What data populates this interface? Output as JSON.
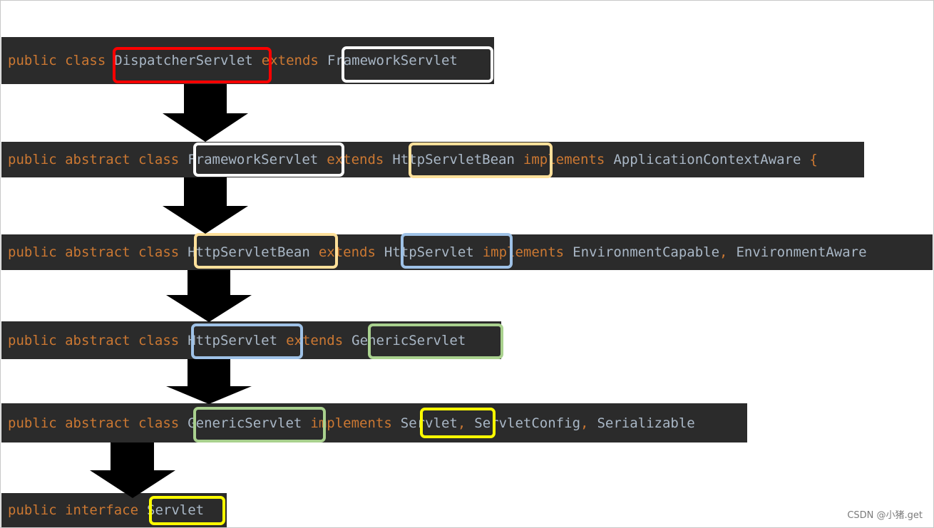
{
  "colors": {
    "code_background": "#2b2b2b",
    "keyword": "#cc7832",
    "identifier": "#a9b7c6",
    "box_red": "#ff0000",
    "box_white": "#ffffff",
    "box_orange": "#ffe09a",
    "box_blue": "#9fc2e7",
    "box_green": "#a9d18e",
    "box_yellow": "#ffff00",
    "arrow": "#000000"
  },
  "lines": [
    {
      "keywords": "public class",
      "name": "DispatcherServlet",
      "rel1": "extends",
      "target": "FrameworkServlet"
    },
    {
      "keywords": "public abstract class",
      "name": "FrameworkServlet",
      "rel1": "extends",
      "target": "HttpServletBean",
      "rel2": "implements",
      "interfaces": "ApplicationContextAware",
      "tail": "{"
    },
    {
      "keywords": "public abstract class",
      "name": "HttpServletBean",
      "rel1": "extends",
      "target": "HttpServlet",
      "rel2": "implements",
      "interface1": "EnvironmentCapable",
      "comma": ",",
      "interface2": "EnvironmentAware"
    },
    {
      "keywords": "public abstract class",
      "name": "HttpServlet",
      "rel1": "extends",
      "target": "GenericServlet"
    },
    {
      "keywords": "public abstract class",
      "name": "GenericServlet",
      "rel2": "implements",
      "interface1": "Servlet",
      "comma1": ",",
      "interface2": "ServletConfig",
      "comma2": ",",
      "interface3": "Serializable"
    },
    {
      "keywords": "public interface",
      "name": "Servlet"
    }
  ],
  "watermark": "CSDN @小猪.get"
}
